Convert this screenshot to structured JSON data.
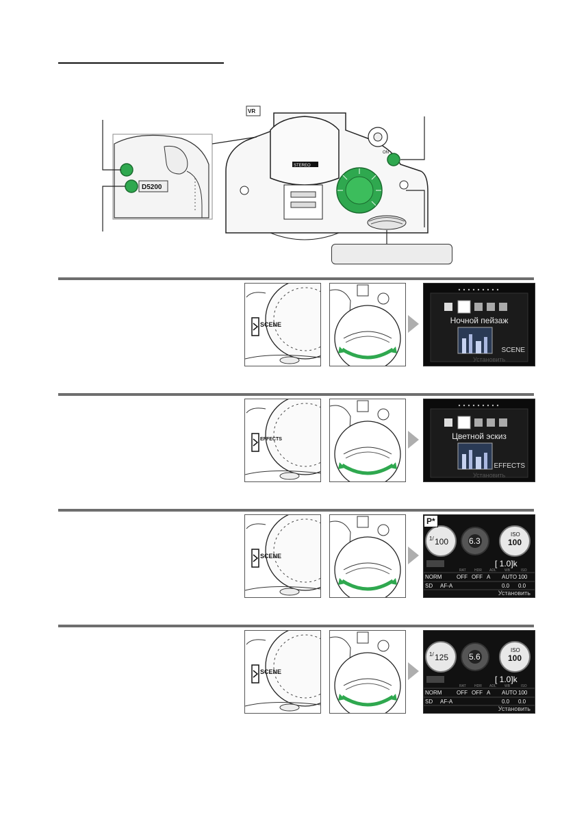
{
  "camera": {
    "model_label": "D5200",
    "on_label": "ON",
    "stereo_label": "STEREO",
    "vr_label": "VR"
  },
  "sections": [
    {
      "dial_label": "SCENE",
      "lcd": {
        "mode_name": "Ночной пейзаж",
        "mode_tag": "SCENE",
        "footer_set": "Установить",
        "footer_tag": "SCENE"
      }
    },
    {
      "dial_label": "EFFECTS",
      "lcd": {
        "mode_name": "Цветной эскиз",
        "mode_tag": "EFFECTS",
        "footer_set": "Установить",
        "footer_tag": "EFFECTS"
      }
    },
    {
      "dial_label": "SCENE",
      "lcd": {
        "mode_badge": "P*",
        "shutter_num": "1/",
        "shutter_den": "100",
        "aperture": "6.3",
        "iso_label": "ISO",
        "iso_value": "100",
        "frames": "[ 1.0]k",
        "row1": [
          "NORM",
          "",
          "OFF",
          "OFF",
          "A",
          "AUTO",
          "100"
        ],
        "row1_labels": [
          "",
          "",
          "RAT",
          "HDR",
          "ADL",
          "WB",
          "ISO"
        ],
        "row2": [
          "SD",
          "AF-A",
          "",
          "",
          "",
          "0.0",
          "0.0"
        ],
        "footer_set": "Установить"
      }
    },
    {
      "dial_label": "SCENE",
      "lcd": {
        "shutter_num": "1/",
        "shutter_den": "125",
        "aperture": "5.6",
        "iso_label": "ISO",
        "iso_value": "100",
        "frames": "[ 1.0]k",
        "row1": [
          "NORM",
          "",
          "OFF",
          "OFF",
          "A",
          "AUTO",
          "100"
        ],
        "row1_labels": [
          "",
          "",
          "RAT",
          "HDR",
          "ADL",
          "WB",
          "ISO"
        ],
        "row2": [
          "SD",
          "AF-A",
          "",
          "",
          "",
          "0.0",
          "0.0"
        ],
        "footer_set": "Установить"
      }
    }
  ],
  "colors": {
    "accent_green": "#2fa84f",
    "section_rule": "#6e6e6e",
    "arrow_gray": "#aeaeae"
  }
}
